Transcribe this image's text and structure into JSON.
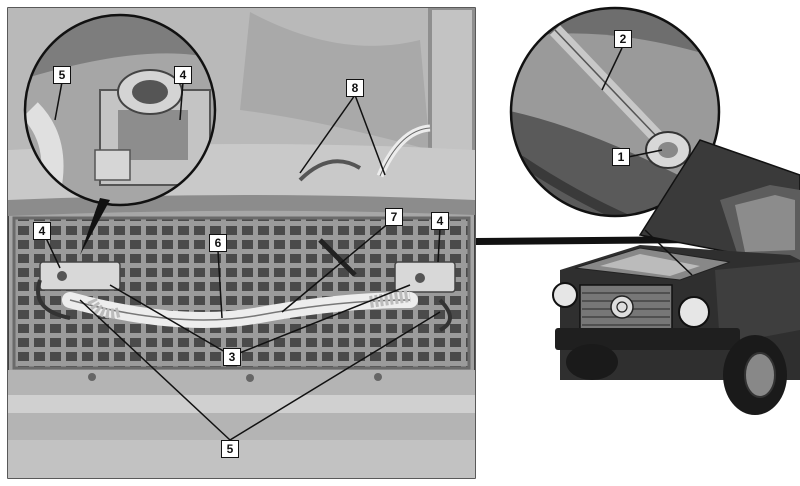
{
  "callouts": {
    "c1": "1",
    "c2": "2",
    "c3": "3",
    "c4a": "4",
    "c4b": "4",
    "c4c": "4",
    "c5a": "5",
    "c5b": "5",
    "c6": "6",
    "c7": "7",
    "c8": "8"
  },
  "colors": {
    "photo_dark": "#3a3a3a",
    "photo_mid": "#8a8a8a",
    "photo_light": "#cfcfcf",
    "label_border": "#111111"
  }
}
